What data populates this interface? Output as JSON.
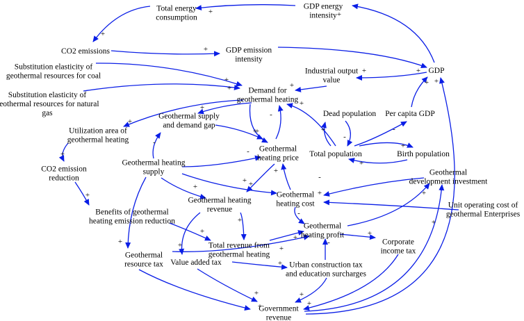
{
  "diagram": {
    "type": "causal-loop-diagram",
    "edge_color": "#0a1ee6",
    "text_color": "#000000",
    "nodes": [
      {
        "id": "total_energy",
        "lines": [
          "Total energy",
          "consumption"
        ]
      },
      {
        "id": "gdp_energy",
        "lines": [
          "GDP energy",
          "intensity"
        ]
      },
      {
        "id": "co2",
        "lines": [
          "CO2 emissions"
        ]
      },
      {
        "id": "gdp_emission",
        "lines": [
          "GDP emission",
          "intensity"
        ]
      },
      {
        "id": "gdp",
        "lines": [
          "GDP"
        ]
      },
      {
        "id": "industrial",
        "lines": [
          "Industrial output",
          "value"
        ]
      },
      {
        "id": "sub_coal",
        "lines": [
          "Substitution elasticity of",
          "geothermal resources for coal"
        ]
      },
      {
        "id": "sub_gas",
        "lines": [
          "Substitution elasticity of",
          "geothermal resources for natural",
          "gas"
        ]
      },
      {
        "id": "demand",
        "lines": [
          "Demand for",
          "geothermal heating"
        ]
      },
      {
        "id": "supply_gap",
        "lines": [
          "Geothermal supply",
          "and demand gap"
        ]
      },
      {
        "id": "utilization",
        "lines": [
          "Utilization area of",
          "geothermal heating"
        ]
      },
      {
        "id": "dead_pop",
        "lines": [
          "Dead population"
        ]
      },
      {
        "id": "per_capita",
        "lines": [
          "Per capita GDP"
        ]
      },
      {
        "id": "total_pop",
        "lines": [
          "Total population"
        ]
      },
      {
        "id": "birth_pop",
        "lines": [
          "Birth population"
        ]
      },
      {
        "id": "price",
        "lines": [
          "Geothermal",
          "heating price"
        ]
      },
      {
        "id": "supply",
        "lines": [
          "Geothermal heating",
          "supply"
        ]
      },
      {
        "id": "co2_red",
        "lines": [
          "CO2 emission",
          "reduction"
        ]
      },
      {
        "id": "dev_invest",
        "lines": [
          "Geothermal",
          "development investment"
        ]
      },
      {
        "id": "cost",
        "lines": [
          "Geothermal",
          "heating cost"
        ]
      },
      {
        "id": "revenue",
        "lines": [
          "Geothermal heating",
          "revenue"
        ]
      },
      {
        "id": "benefits",
        "lines": [
          "Benefits of geothermal",
          "heating emission reduction"
        ]
      },
      {
        "id": "unit_cost",
        "lines": [
          "Unit operating cost of",
          "geothermal Enterprises"
        ]
      },
      {
        "id": "total_rev",
        "lines": [
          "Total revenue from",
          "geothermal heating"
        ]
      },
      {
        "id": "profit",
        "lines": [
          "Geothermal",
          "heating profit"
        ]
      },
      {
        "id": "corp_tax",
        "lines": [
          "Corporate",
          "income tax"
        ]
      },
      {
        "id": "resource_tax",
        "lines": [
          "Geothermal",
          "resource tax"
        ]
      },
      {
        "id": "vat",
        "lines": [
          "Value added tax"
        ]
      },
      {
        "id": "urban_tax",
        "lines": [
          "Urban construction tax",
          "and education surcharges"
        ]
      },
      {
        "id": "gov_rev",
        "lines": [
          "Government",
          "revenue"
        ]
      }
    ],
    "edges": [
      {
        "id": "e_gdpenergy_totalenergy",
        "polarity": "+"
      },
      {
        "id": "e_gdp_gdpenergy",
        "polarity": "+"
      },
      {
        "id": "e_totalenergy_co2",
        "polarity": "+"
      },
      {
        "id": "e_co2_gdpemission",
        "polarity": "+"
      },
      {
        "id": "e_gdpemission_gdp",
        "polarity": "+"
      },
      {
        "id": "e_gdp_industrial",
        "polarity": "+"
      },
      {
        "id": "e_industrial_demand",
        "polarity": "+"
      },
      {
        "id": "e_subcoal_demand",
        "polarity": "+"
      },
      {
        "id": "e_subgas_demand",
        "polarity": "+"
      },
      {
        "id": "e_demand_utilization",
        "polarity": "+"
      },
      {
        "id": "e_demand_gap",
        "polarity": "+"
      },
      {
        "id": "e_demand_price",
        "polarity": "+"
      },
      {
        "id": "e_price_demand",
        "polarity": "-"
      },
      {
        "id": "e_totalpop_demand",
        "polarity": "+"
      },
      {
        "id": "e_totalpop_dead",
        "polarity": "+"
      },
      {
        "id": "e_dead_totalpop",
        "polarity": "-"
      },
      {
        "id": "e_totalpop_percapita",
        "polarity": "-"
      },
      {
        "id": "e_percapita_gdp",
        "polarity": "+"
      },
      {
        "id": "e_totalpop_birth",
        "polarity": "+"
      },
      {
        "id": "e_birth_totalpop",
        "polarity": "+"
      },
      {
        "id": "e_supply_gap",
        "polarity": "-"
      },
      {
        "id": "e_gap_price",
        "polarity": "+"
      },
      {
        "id": "e_supply_price",
        "polarity": "-"
      },
      {
        "id": "e_utilization_co2red",
        "polarity": "+"
      },
      {
        "id": "e_co2red_benefits",
        "polarity": "+"
      },
      {
        "id": "e_price_revenue",
        "polarity": "+"
      },
      {
        "id": "e_supply_revenue",
        "polarity": "+"
      },
      {
        "id": "e_supply_cost",
        "polarity": "+"
      },
      {
        "id": "e_supply_resourcetax",
        "polarity": "+"
      },
      {
        "id": "e_cost_price",
        "polarity": "+"
      },
      {
        "id": "e_devinvest_cost",
        "polarity": "-"
      },
      {
        "id": "e_unitcost_cost",
        "polarity": "+"
      },
      {
        "id": "e_cost_profit",
        "polarity": "-"
      },
      {
        "id": "e_revenue_totalrev",
        "polarity": "+"
      },
      {
        "id": "e_revenue_vat",
        "polarity": "+"
      },
      {
        "id": "e_benefits_totalrev",
        "polarity": "+"
      },
      {
        "id": "e_totalrev_profit",
        "polarity": "+"
      },
      {
        "id": "e_profit_corptax",
        "polarity": "+"
      },
      {
        "id": "e_profit_devinvest",
        "polarity": "+"
      },
      {
        "id": "e_urbantax_profit",
        "polarity": "-"
      },
      {
        "id": "e_vat_urbantax",
        "polarity": "+"
      },
      {
        "id": "e_vat_govrev",
        "polarity": "+"
      },
      {
        "id": "e_resourcetax_profit",
        "polarity": "+"
      },
      {
        "id": "e_resourcetax_govrev",
        "polarity": "+"
      },
      {
        "id": "e_urbantax_govrev",
        "polarity": "+"
      },
      {
        "id": "e_corptax_govrev",
        "polarity": "+"
      },
      {
        "id": "e_govrev_devinvest",
        "polarity": "+"
      },
      {
        "id": "e_govrev_gdp",
        "polarity": "+"
      }
    ]
  }
}
